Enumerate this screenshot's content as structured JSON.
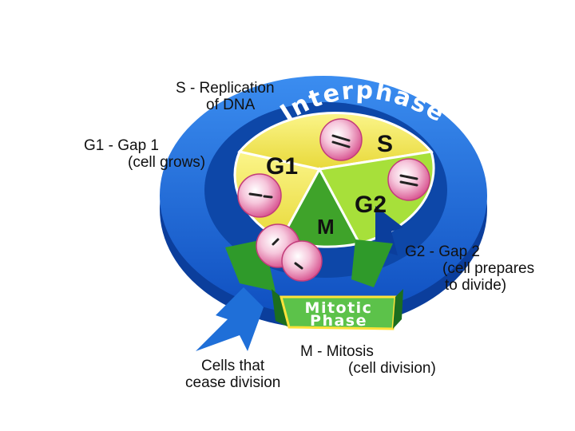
{
  "diagram": {
    "interphase_label": "Interphase",
    "mitotic_line1": "Mitotic",
    "mitotic_line2": "Phase",
    "phases": {
      "s": "S",
      "g1": "G1",
      "g2": "G2",
      "m": "M"
    },
    "callouts": {
      "s_line1": "S - Replication",
      "s_line2": "of DNA",
      "g1_line1": "G1 - Gap 1",
      "g1_line2": "(cell grows)",
      "g2_line1": "G2 - Gap 2",
      "g2_line2": "(cell prepares",
      "g2_line3": "to divide)",
      "m_line1": "M - Mitosis",
      "m_line2": "(cell division)",
      "cease_line1": "Cells that",
      "cease_line2": "cease division"
    },
    "colors": {
      "ring_blue": "#1f6fd8",
      "ring_dark": "#0b3e9c",
      "yellow": "#f4ee5a",
      "light_green": "#a7e03a",
      "green": "#3fa32a",
      "cell_pink": "#e889b4"
    }
  }
}
